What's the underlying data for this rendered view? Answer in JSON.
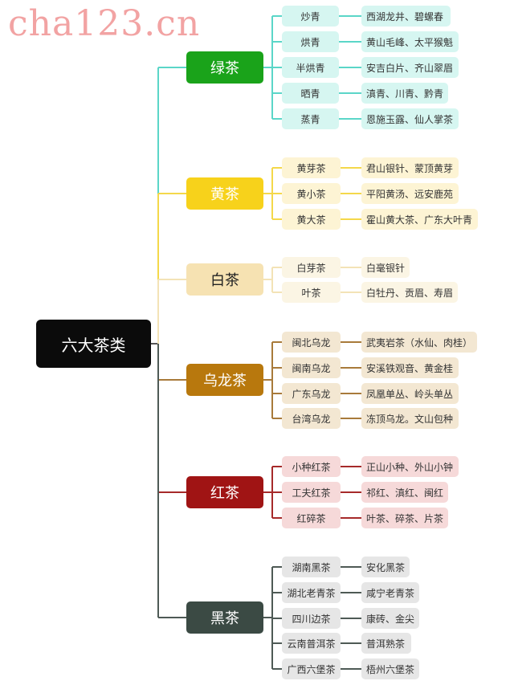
{
  "watermark": "cha123.cn",
  "root": {
    "label": "六大茶类"
  },
  "categories": [
    {
      "label": "绿茶",
      "color": "#1aa31a",
      "line_color": "#5bd6c8",
      "light": "#d6f6f1",
      "subs": [
        {
          "name": "炒青",
          "examples": "西湖龙井、碧螺春"
        },
        {
          "name": "烘青",
          "examples": "黄山毛峰、太平猴魁"
        },
        {
          "name": "半烘青",
          "examples": "安吉白片、齐山翠眉"
        },
        {
          "name": "晒青",
          "examples": "滇青、川青、黔青"
        },
        {
          "name": "蒸青",
          "examples": "恩施玉露、仙人掌茶"
        }
      ]
    },
    {
      "label": "黄茶",
      "color": "#f7d21b",
      "line_color": "#f4d84a",
      "light": "#fdf4d4",
      "subs": [
        {
          "name": "黄芽茶",
          "examples": "君山银针、蒙顶黄芽"
        },
        {
          "name": "黄小茶",
          "examples": "平阳黄汤、远安鹿苑"
        },
        {
          "name": "黄大茶",
          "examples": "霍山黄大茶、广东大叶青"
        }
      ]
    },
    {
      "label": "白茶",
      "color": "#f6e2b2",
      "line_color": "#f3e3b6",
      "light": "#fbf5e4",
      "subs": [
        {
          "name": "白芽茶",
          "examples": "白毫银针"
        },
        {
          "name": "叶茶",
          "examples": "白牡丹、贡眉、寿眉"
        }
      ]
    },
    {
      "label": "乌龙茶",
      "color": "#b8780d",
      "line_color": "#a87a3a",
      "light": "#f3e7d2",
      "subs": [
        {
          "name": "闽北乌龙",
          "examples": "武夷岩茶（水仙、肉桂）"
        },
        {
          "name": "闽南乌龙",
          "examples": "安溪铁观音、黄金桂"
        },
        {
          "name": "广东乌龙",
          "examples": "凤凰单丛、岭头单丛"
        },
        {
          "name": "台湾乌龙",
          "examples": "冻顶乌龙。文山包种"
        }
      ]
    },
    {
      "label": "红茶",
      "color": "#a01414",
      "line_color": "#a62a2a",
      "light": "#f6d9d9",
      "subs": [
        {
          "name": "小种红茶",
          "examples": "正山小种、外山小钟"
        },
        {
          "name": "工夫红茶",
          "examples": "祁红、滇红、闽红"
        },
        {
          "name": "红碎茶",
          "examples": "叶茶、碎茶、片茶"
        }
      ]
    },
    {
      "label": "黑茶",
      "color": "#3b4a44",
      "line_color": "#4e5a55",
      "light": "#e6e6e6",
      "subs": [
        {
          "name": "湖南黑茶",
          "examples": "安化黑茶"
        },
        {
          "name": "湖北老青茶",
          "examples": "咸宁老青茶"
        },
        {
          "name": "四川边茶",
          "examples": "康砖、金尖"
        },
        {
          "name": "云南普洱茶",
          "examples": "普洱熟茶"
        },
        {
          "name": "广西六堡茶",
          "examples": "梧州六堡茶"
        }
      ]
    }
  ]
}
